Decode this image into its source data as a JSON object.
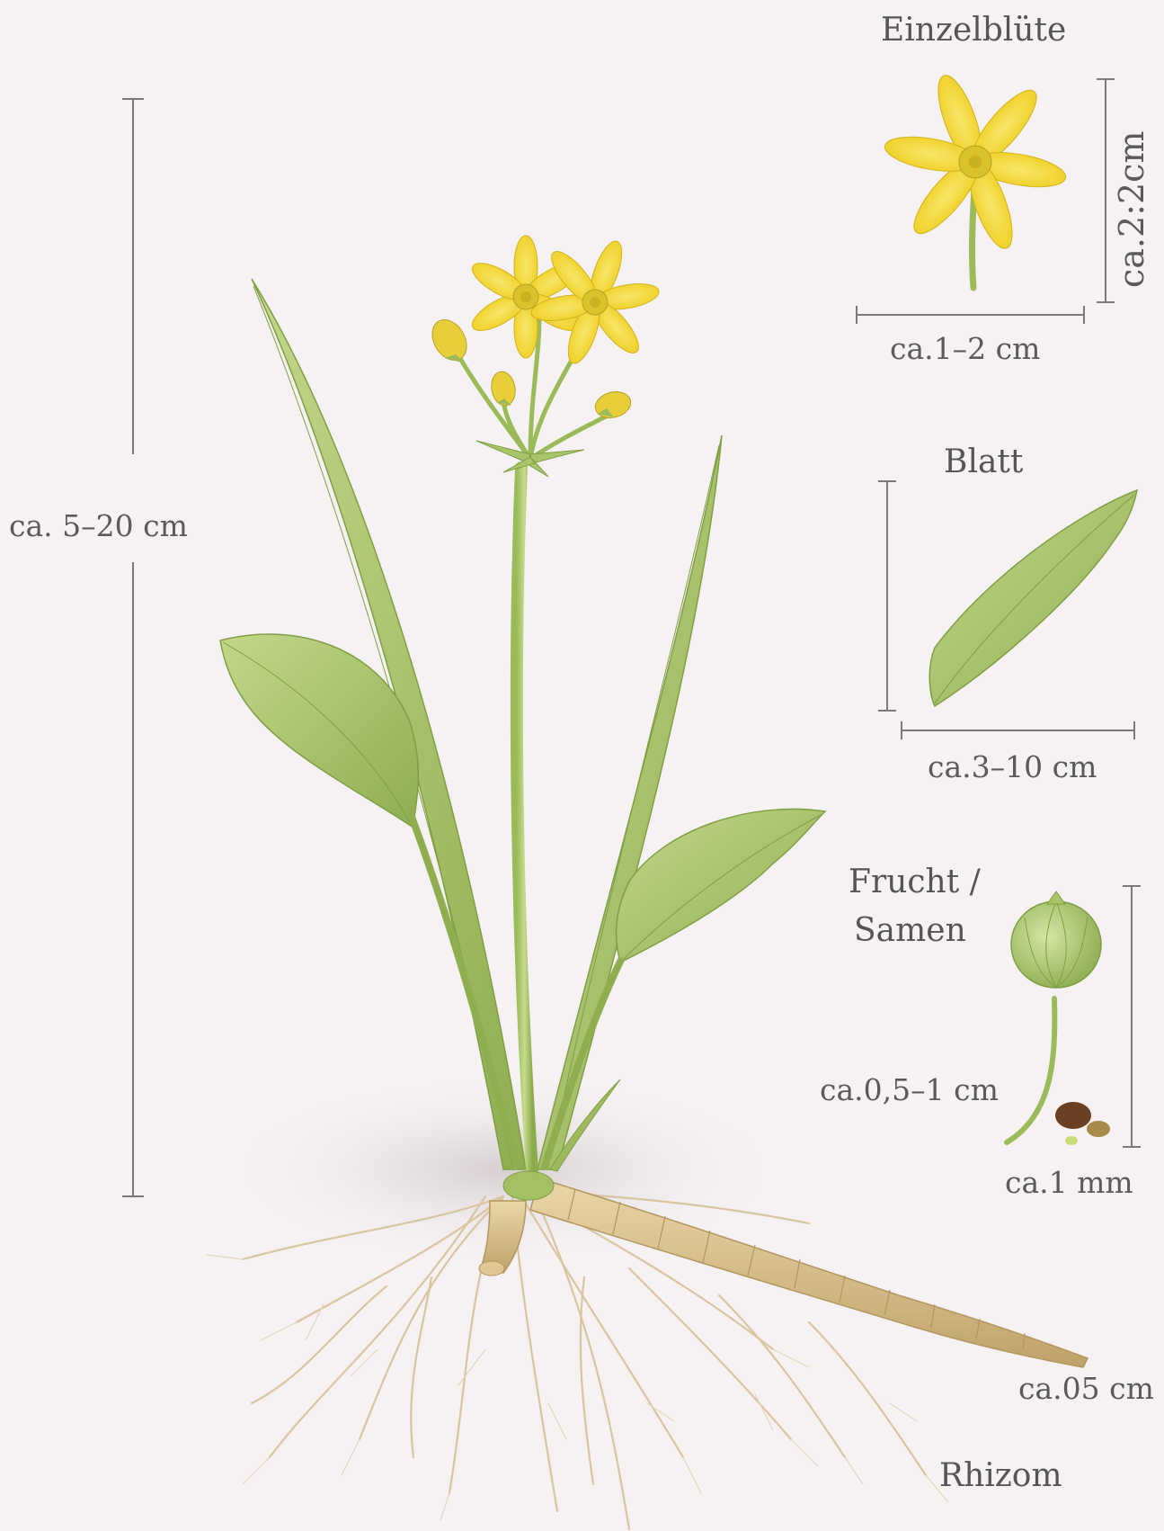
{
  "labels": {
    "overall_height": "ca. 5–20 cm",
    "flower_title": "Einzelblüte",
    "flower_width": "ca.1–2 cm",
    "flower_height": "ca.2:2cm",
    "leaf_title": "Blatt",
    "leaf_length": "ca.3–10 cm",
    "fruit_title_line1": "Frucht /",
    "fruit_title_line2": "Samen",
    "fruit_size": "ca.0,5–1 cm",
    "seed_size": "ca.1 mm",
    "rhizome_diameter": "ca.05 cm",
    "rhizome_title": "Rhizom"
  },
  "colors": {
    "background": "#f6f2f3",
    "leaf_green": "#a9c46a",
    "leaf_dark": "#7f9f45",
    "petal_yellow": "#f3d83a",
    "rhizome_tan": "#d8c08c",
    "root": "#d9c6a0",
    "measure_line": "#7a7a7a"
  }
}
